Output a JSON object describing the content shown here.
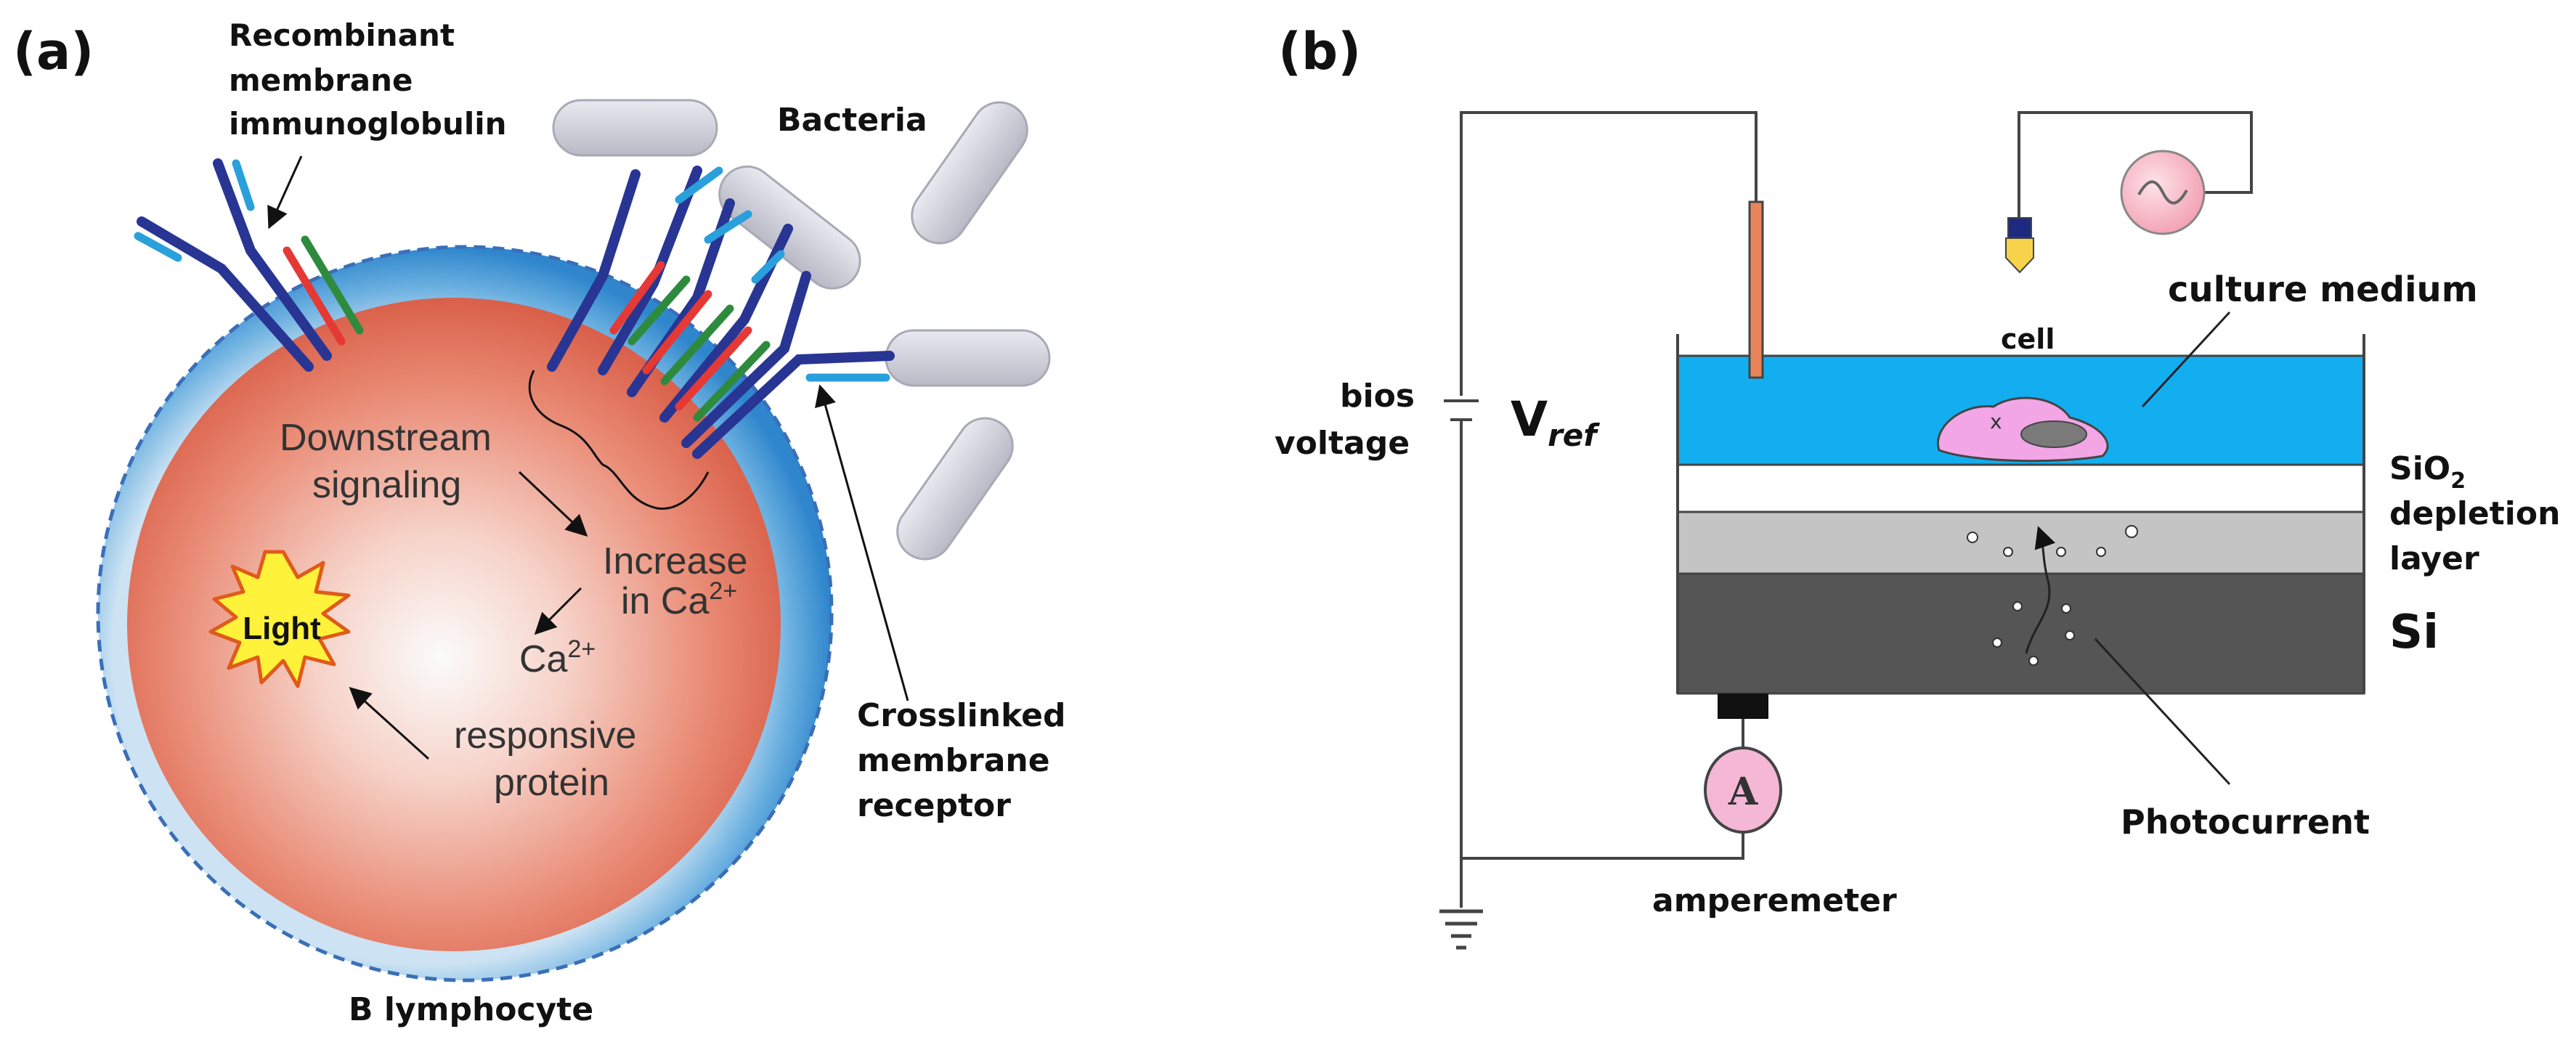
{
  "panel_a": {
    "label": "(a)",
    "recombinant_line1": "Recombinant",
    "recombinant_line2": "membrane",
    "recombinant_line3": "immunoglobulin",
    "bacteria": "Bacteria",
    "downstream_line1": "Downstream",
    "downstream_line2": "signaling",
    "increase_line1": "Increase",
    "increase_line2": "in Ca",
    "increase_sup": "2+",
    "ca_protein_line1": "Ca",
    "ca_protein_sup": "2+",
    "ca_protein_line2": "responsive",
    "ca_protein_line3": "protein",
    "light": "Light",
    "crosslinked_line1": "Crosslinked",
    "crosslinked_line2": "membrane",
    "crosslinked_line3": "receptor",
    "cell_caption": "B lymphocyte"
  },
  "panel_b": {
    "label": "(b)",
    "bios_line1": "bios",
    "bios_line2": "voltage",
    "vref_main": "V",
    "vref_sub": "ref",
    "cell": "cell",
    "culture_medium": "culture medium",
    "sio2_main": "SiO",
    "sio2_sub": "2",
    "depletion_line1": "depletion",
    "depletion_line2": "layer",
    "si": "Si",
    "ammeter_symbol": "A",
    "amperemeter": "amperemeter",
    "photocurrent": "Photocurrent"
  },
  "colors": {
    "membrane_blue": "#3a8fd0",
    "cytoplasm_red": "#e0705a",
    "receptor_dark": "#283593",
    "receptor_light": "#29a0dc",
    "red_chain": "#e53935",
    "green_chain": "#2e8b3e",
    "bacteria_gray": "#c9c9d2",
    "culture_blue": "#13aef0",
    "depletion_gray": "#c4c4c4",
    "si_gray": "#555555",
    "electrode_orange": "#e8835a",
    "cell_pink": "#f2a6e6"
  }
}
